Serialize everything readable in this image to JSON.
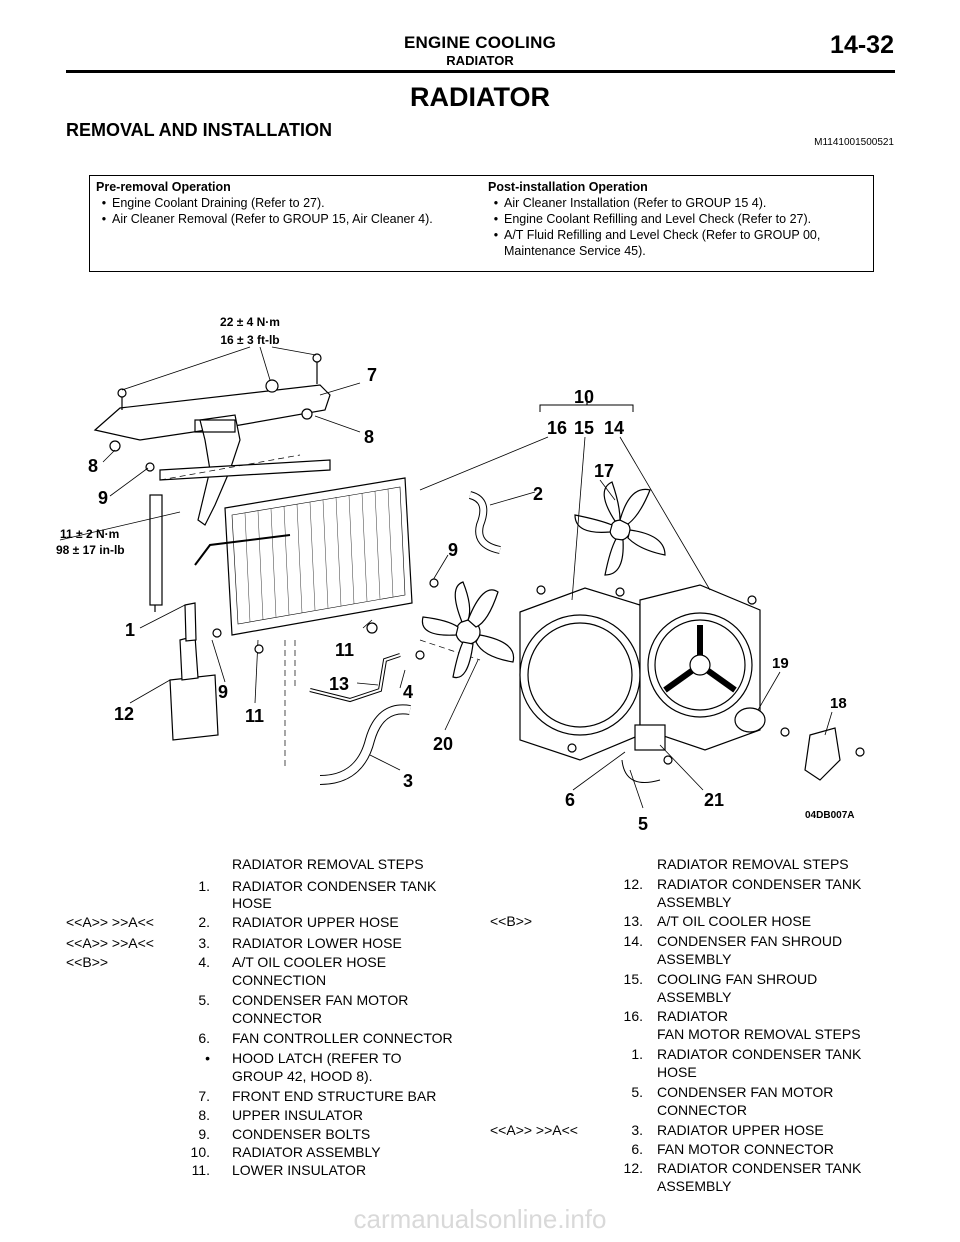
{
  "header": {
    "title": "ENGINE COOLING",
    "subtitle": "RADIATOR",
    "page": "14-32"
  },
  "page_title": "RADIATOR",
  "section": {
    "heading": "REMOVAL AND INSTALLATION",
    "doc_id": "M1141001500521"
  },
  "operations": {
    "pre": {
      "heading": "Pre-removal Operation",
      "items": [
        "Engine Coolant Draining (Refer to  27).",
        "Air Cleaner Removal (Refer to GROUP 15, Air Cleaner  4)."
      ]
    },
    "post": {
      "heading": "Post-installation Operation",
      "items": [
        "Air Cleaner Installation (Refer to GROUP 15  4).",
        "Engine Coolant Refilling and Level Check (Refer to  27).",
        "A/T Fluid Refilling and Level Check (Refer to GROUP 00,",
        "Maintenance Service  45)."
      ]
    }
  },
  "figure": {
    "torque1": [
      "22 ± 4 N·m",
      "16 ± 3 ft-lb"
    ],
    "torque2": [
      "11 ± 2 N·m",
      "98 ± 17 in-lb"
    ],
    "code": "04DB007A",
    "callouts": [
      "7",
      "10",
      "8",
      "16",
      "15",
      "14",
      "8",
      "9",
      "17",
      "2",
      "9",
      "1",
      "11",
      "13",
      "4",
      "9",
      "12",
      "11",
      "19",
      "18",
      "20",
      "3",
      "6",
      "21",
      "5"
    ]
  },
  "steps_left": {
    "heading": "RADIATOR REMOVAL STEPS",
    "rows": [
      {
        "ref": "",
        "num": "1.",
        "text": "RADIATOR CONDENSER TANK"
      },
      {
        "ref": "",
        "num": "",
        "text": "HOSE"
      },
      {
        "ref": "<<A>>     >>A<<",
        "num": "2.",
        "text": "RADIATOR UPPER HOSE"
      },
      {
        "ref": "<<A>>     >>A<<",
        "num": "3.",
        "text": "RADIATOR LOWER HOSE"
      },
      {
        "ref": "<<B>>",
        "num": "4.",
        "text": "A/T OIL COOLER HOSE"
      },
      {
        "ref": "",
        "num": "",
        "text": "CONNECTION"
      },
      {
        "ref": "",
        "num": "5.",
        "text": "CONDENSER FAN MOTOR"
      },
      {
        "ref": "",
        "num": "",
        "text": "CONNECTOR"
      },
      {
        "ref": "",
        "num": "6.",
        "text": "FAN CONTROLLER CONNECTOR"
      },
      {
        "ref": "",
        "num": "•",
        "text": "HOOD LATCH (REFER TO"
      },
      {
        "ref": "",
        "num": "",
        "text": "GROUP 42, HOOD  8)."
      },
      {
        "ref": "",
        "num": "7.",
        "text": "FRONT END STRUCTURE BAR"
      },
      {
        "ref": "",
        "num": "8.",
        "text": "UPPER INSULATOR"
      },
      {
        "ref": "",
        "num": "9.",
        "text": "CONDENSER BOLTS"
      },
      {
        "ref": "",
        "num": "10.",
        "text": "RADIATOR ASSEMBLY"
      },
      {
        "ref": "",
        "num": "11.",
        "text": "LOWER INSULATOR"
      }
    ]
  },
  "steps_right": {
    "heading": "RADIATOR REMOVAL STEPS",
    "rows": [
      {
        "ref": "",
        "num": "12.",
        "text": "RADIATOR CONDENSER TANK"
      },
      {
        "ref": "",
        "num": "",
        "text": "ASSEMBLY"
      },
      {
        "ref": "<<B>>",
        "num": "13.",
        "text": "A/T OIL COOLER HOSE"
      },
      {
        "ref": "",
        "num": "14.",
        "text": "CONDENSER FAN SHROUD"
      },
      {
        "ref": "",
        "num": "",
        "text": "ASSEMBLY"
      },
      {
        "ref": "",
        "num": "15.",
        "text": "COOLING FAN SHROUD"
      },
      {
        "ref": "",
        "num": "",
        "text": "ASSEMBLY"
      },
      {
        "ref": "",
        "num": "16.",
        "text": "RADIATOR"
      }
    ],
    "heading2": "FAN MOTOR REMOVAL STEPS",
    "rows2": [
      {
        "ref": "",
        "num": "1.",
        "text": "RADIATOR CONDENSER TANK"
      },
      {
        "ref": "",
        "num": "",
        "text": "HOSE"
      },
      {
        "ref": "",
        "num": "5.",
        "text": "CONDENSER FAN MOTOR"
      },
      {
        "ref": "",
        "num": "",
        "text": "CONNECTOR"
      },
      {
        "ref": "<<A>>     >>A<<",
        "num": "3.",
        "text": "RADIATOR UPPER HOSE"
      },
      {
        "ref": "",
        "num": "6.",
        "text": "FAN MOTOR CONNECTOR"
      },
      {
        "ref": "",
        "num": "12.",
        "text": "RADIATOR CONDENSER TANK"
      },
      {
        "ref": "",
        "num": "",
        "text": "ASSEMBLY"
      }
    ]
  },
  "watermark": "carmanualsonline.info"
}
